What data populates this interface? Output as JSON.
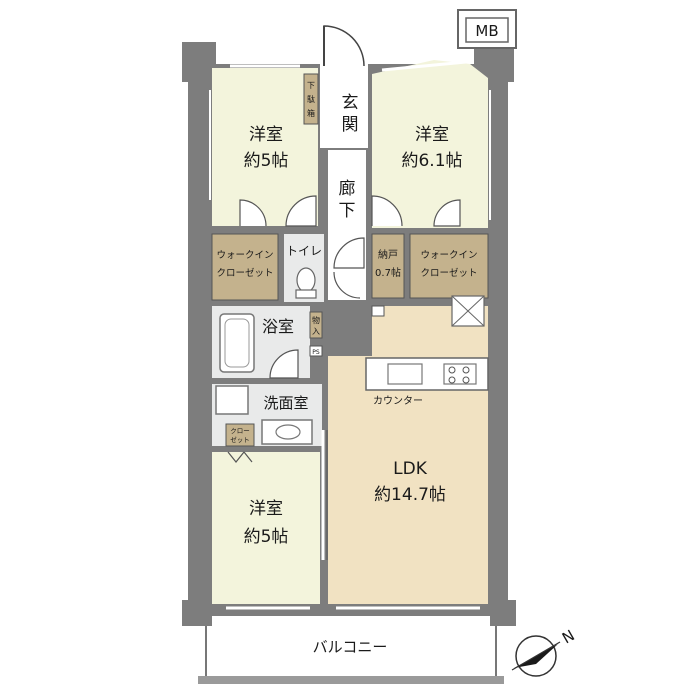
{
  "colors": {
    "wall": "#7d7d7d",
    "room": "#f3f4dc",
    "ldk": "#f1e2c2",
    "storage": "#c4b28d",
    "wet": "#e9eaea",
    "line": "#555555"
  },
  "rooms": {
    "western_nw": {
      "name": "洋室",
      "size": "約5帖"
    },
    "western_ne": {
      "name": "洋室",
      "size": "約6.1帖"
    },
    "western_sw": {
      "name": "洋室",
      "size": "約5帖"
    },
    "ldk": {
      "name": "LDK",
      "size": "約14.7帖"
    },
    "genkan": "玄関",
    "roka": "廊下",
    "toilet": "トイレ",
    "bath": "浴室",
    "washroom": "洗面室",
    "wic_left": [
      "ウォークイン",
      "クローゼット"
    ],
    "wic_right": [
      "ウォークイン",
      "クローゼット"
    ],
    "nando": [
      "納戸",
      "0.7帖"
    ],
    "shoe_box": [
      "下",
      "駄",
      "箱"
    ],
    "closet": [
      "クロー",
      "ゼット"
    ],
    "mono": [
      "物",
      "入"
    ],
    "counter": "カウンター",
    "balcony": "バルコニー",
    "mb": "MB",
    "ps": "PS"
  },
  "compass": {
    "label": "N"
  }
}
